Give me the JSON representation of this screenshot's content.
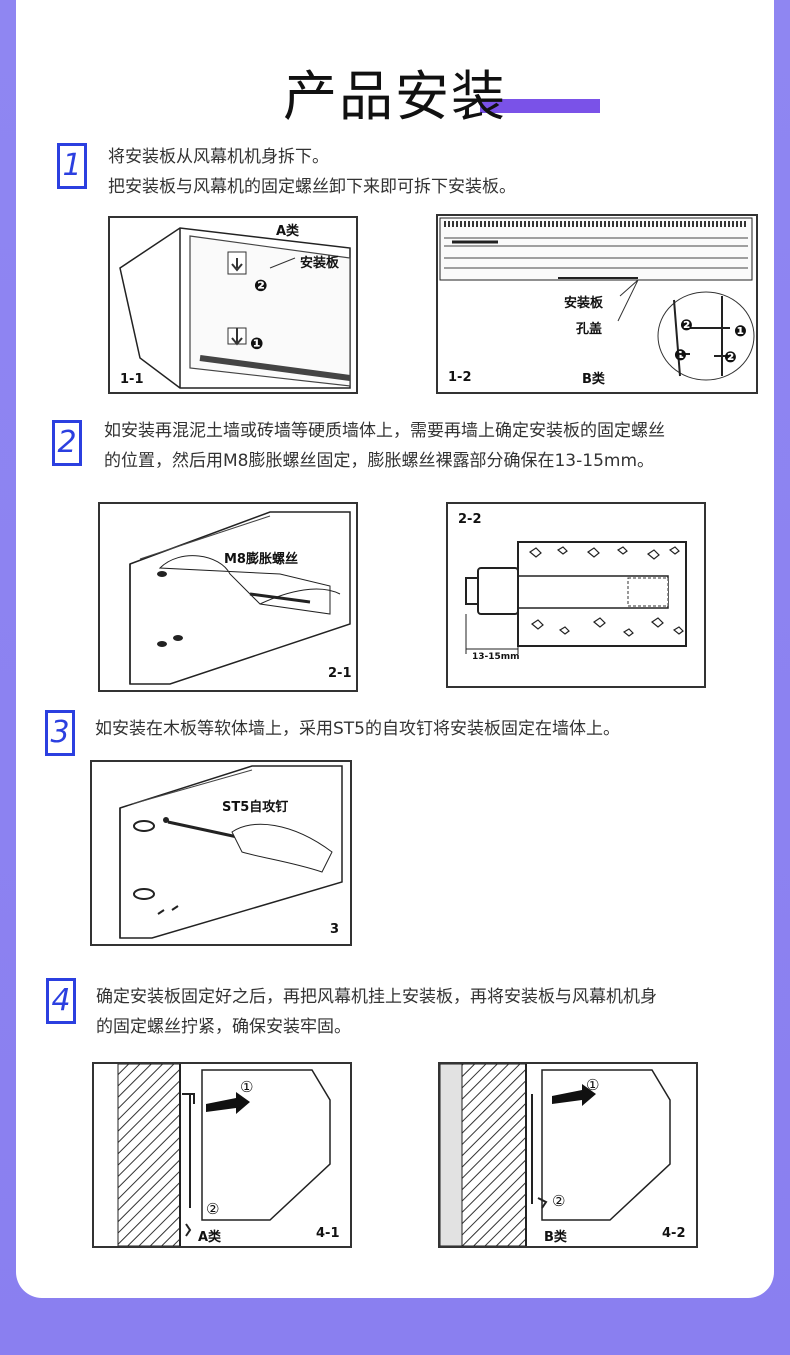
{
  "title": "产品安装",
  "steps": [
    {
      "num": "1",
      "lines": [
        "将安装板从风幕机机身拆下。",
        "把安装板与风幕机的固定螺丝卸下来即可拆下安装板。"
      ]
    },
    {
      "num": "2",
      "lines": [
        "如安装再混泥土墙或砖墙等硬质墙体上，需要再墙上确定安装板的固定螺丝",
        "的位置，然后用M8膨胀螺丝固定，膨胀螺丝裸露部分确保在13-15mm。"
      ]
    },
    {
      "num": "3",
      "lines": [
        "如安装在木板等软体墙上，采用ST5的自攻钉将安装板固定在墙体上。"
      ]
    },
    {
      "num": "4",
      "lines": [
        "确定安装板固定好之后，再把风幕机挂上安装板，再将安装板与风幕机机身",
        "的固定螺丝拧紧，确保安装牢固。"
      ]
    }
  ],
  "figures": {
    "f1_1": {
      "code": "1-1",
      "type": "A类",
      "plate": "安装板",
      "m1": "❶",
      "m2": "❷"
    },
    "f1_2": {
      "code": "1-2",
      "type": "B类",
      "plate": "安装板",
      "cover": "孔盖",
      "m1": "❶",
      "m2": "❷"
    },
    "f2_1": {
      "code": "2-1",
      "callout": "M8膨胀螺丝"
    },
    "f2_2": {
      "code": "2-2",
      "dim": "13-15mm"
    },
    "f3": {
      "code": "3",
      "callout": "ST5自攻钉"
    },
    "f4_1": {
      "code": "4-1",
      "type": "A类",
      "m1": "①",
      "m2": "②"
    },
    "f4_2": {
      "code": "4-2",
      "type": "B类",
      "m1": "①",
      "m2": "②"
    }
  },
  "colors": {
    "accent": "#2b3fe0",
    "title_bar": "#7a52e8",
    "background": "#8f86f2"
  }
}
